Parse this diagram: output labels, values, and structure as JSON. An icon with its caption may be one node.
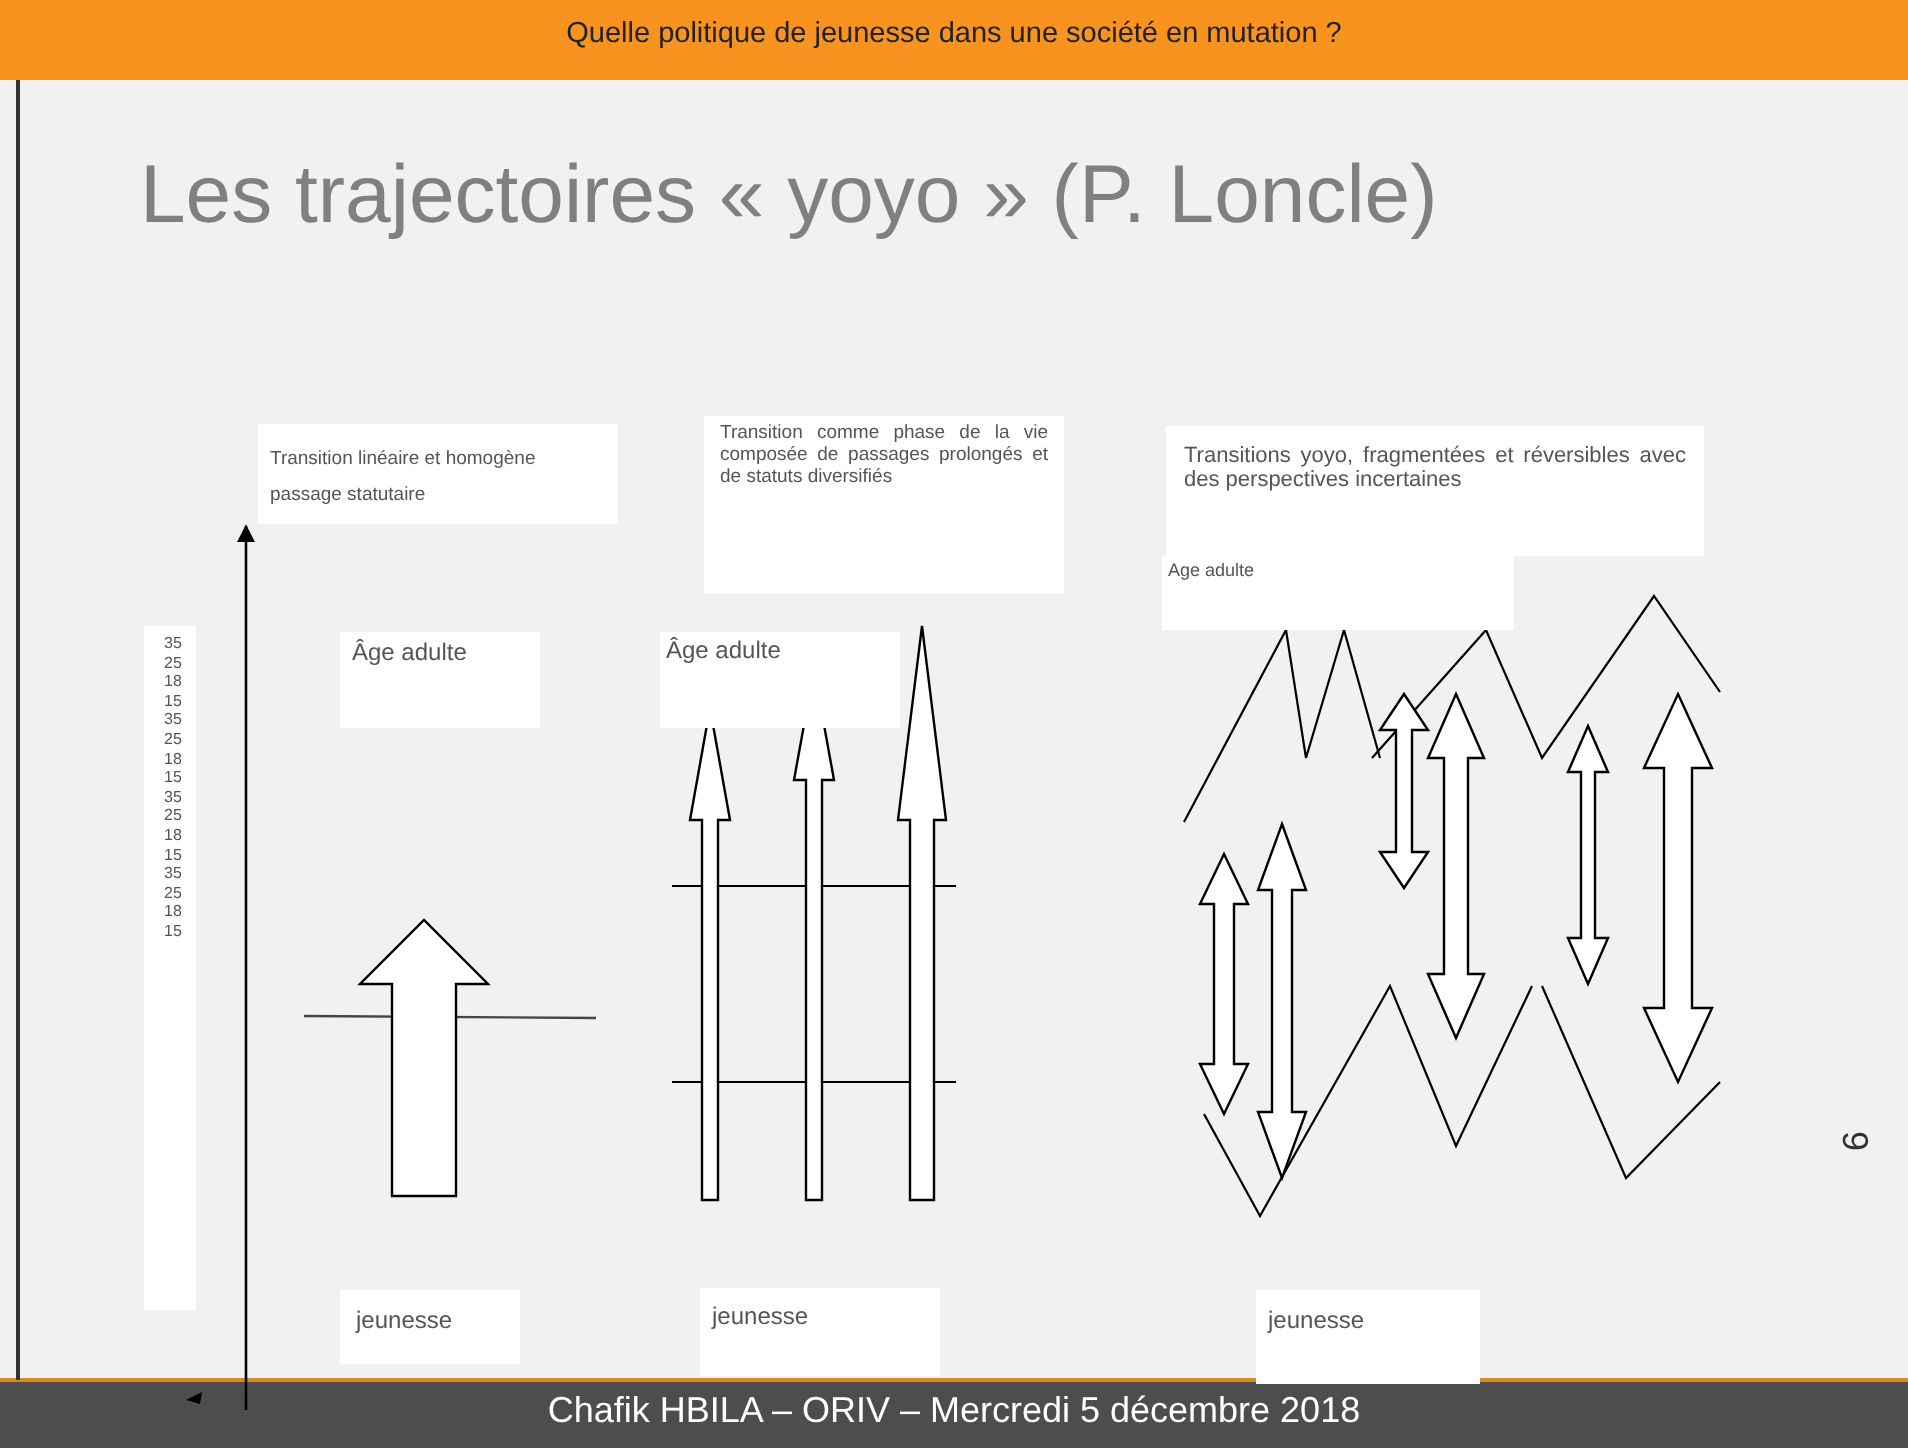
{
  "diagram": {
    "title": "Les trajectoires « yoyo » (P. Loncle)",
    "nodes": [
      {
        "text": [
          "35 25 18 15 35 25 18 15 35 25 18 15 35 25 18 15"
        ]
      },
      {
        "text": [
          "Transition linéaire et homogène passage statutaire"
        ]
      },
      {
        "text": [
          "Âge adulte"
        ]
      },
      {
        "text": [
          "jeunesse"
        ]
      },
      {
        "text": [
          "Transition comme phase de la vie composée de passages prolongés et de statuts diversifiés"
        ]
      },
      {
        "text": [
          "Âge adulte"
        ]
      },
      {
        "text": [
          "jeunesse"
        ]
      },
      {
        "text": [
          "Transitions yoyo, fragmentées et réversibles avec des perspectives incertaines"
        ]
      },
      {
        "text": [
          "Age adulte"
        ]
      },
      {
        "text": [
          "jeunesse"
        ]
      }
    ],
    "labels": [
      "Quelle politique de jeunesse dans une société en mutation ?",
      "9",
      "Chafik HBILA – ORIV – Mercredi 5 décembre 2018"
    ]
  }
}
